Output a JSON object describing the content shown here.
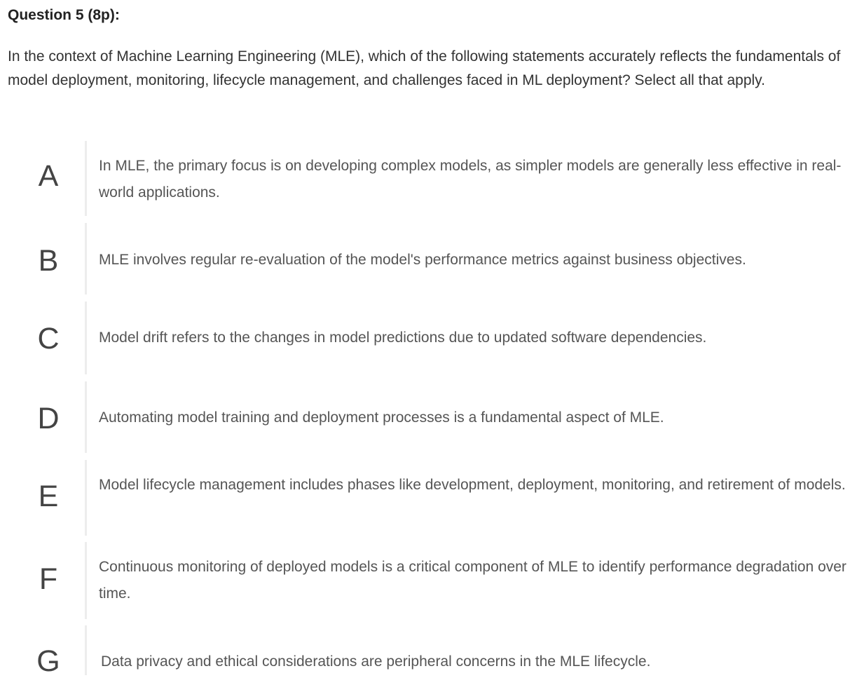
{
  "question": {
    "title": "Question 5 (8p):",
    "text": "In the context of Machine Learning Engineering (MLE), which of the following statements accurately reflects the fundamentals of model deployment, monitoring, lifecycle management, and challenges faced in ML deployment? Select all that apply."
  },
  "options": [
    {
      "letter": "A",
      "text": "In MLE, the primary focus is on developing complex models, as simpler models are generally less effective in real-world applications."
    },
    {
      "letter": "B",
      "text": "MLE involves regular re-evaluation of the model's performance metrics against business objectives."
    },
    {
      "letter": "C",
      "text": "Model drift refers to the changes in model predictions due to updated software dependencies."
    },
    {
      "letter": "D",
      "text": "Automating model training and deployment processes is a fundamental aspect of MLE."
    },
    {
      "letter": "E",
      "text": "Model lifecycle management includes phases like development, deployment, monitoring, and retirement of models."
    },
    {
      "letter": "F",
      "text": "Continuous monitoring of deployed models is a critical component of MLE to identify performance degradation over time."
    },
    {
      "letter": "G",
      "text": "Data privacy and ethical considerations are peripheral concerns in the MLE lifecycle."
    }
  ]
}
